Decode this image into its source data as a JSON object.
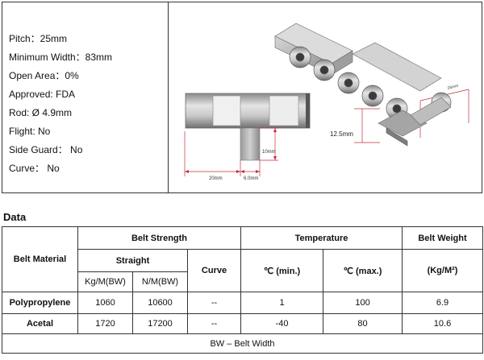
{
  "specs": [
    "Pitch：25mm",
    "Minimum Width：83mm",
    "Open Area：0%",
    "Approved: FDA",
    "Rod: Ø 4.9mm",
    "Flight: No",
    "Side Guard： No",
    "Curve： No"
  ],
  "drawing": {
    "dim_10mm": "10mm",
    "dim_20mm": "20mm",
    "dim_6mm": "6.0mm",
    "dim_pitch": "12.5mm",
    "dim_25mm": "25mm"
  },
  "section_title": "Data",
  "table": {
    "belt_material": "Belt Material",
    "belt_strength": "Belt Strength",
    "temperature": "Temperature",
    "belt_weight": "Belt Weight",
    "straight": "Straight",
    "curve": "Curve",
    "temp_min": "℃ (min.)",
    "temp_max": "℃ (max.)",
    "weight_unit": "(Kg/M²)",
    "kg_bw": "Kg/M(BW)",
    "nm_bw": "N/M(BW)",
    "rows": [
      {
        "material": "Polypropylene",
        "kg": "1060",
        "nm": "10600",
        "curve": "--",
        "tmin": "1",
        "tmax": "100",
        "weight": "6.9"
      },
      {
        "material": "Acetal",
        "kg": "1720",
        "nm": "17200",
        "curve": "--",
        "tmin": "-40",
        "tmax": "80",
        "weight": "10.6"
      }
    ],
    "footnote": "BW – Belt Width"
  }
}
